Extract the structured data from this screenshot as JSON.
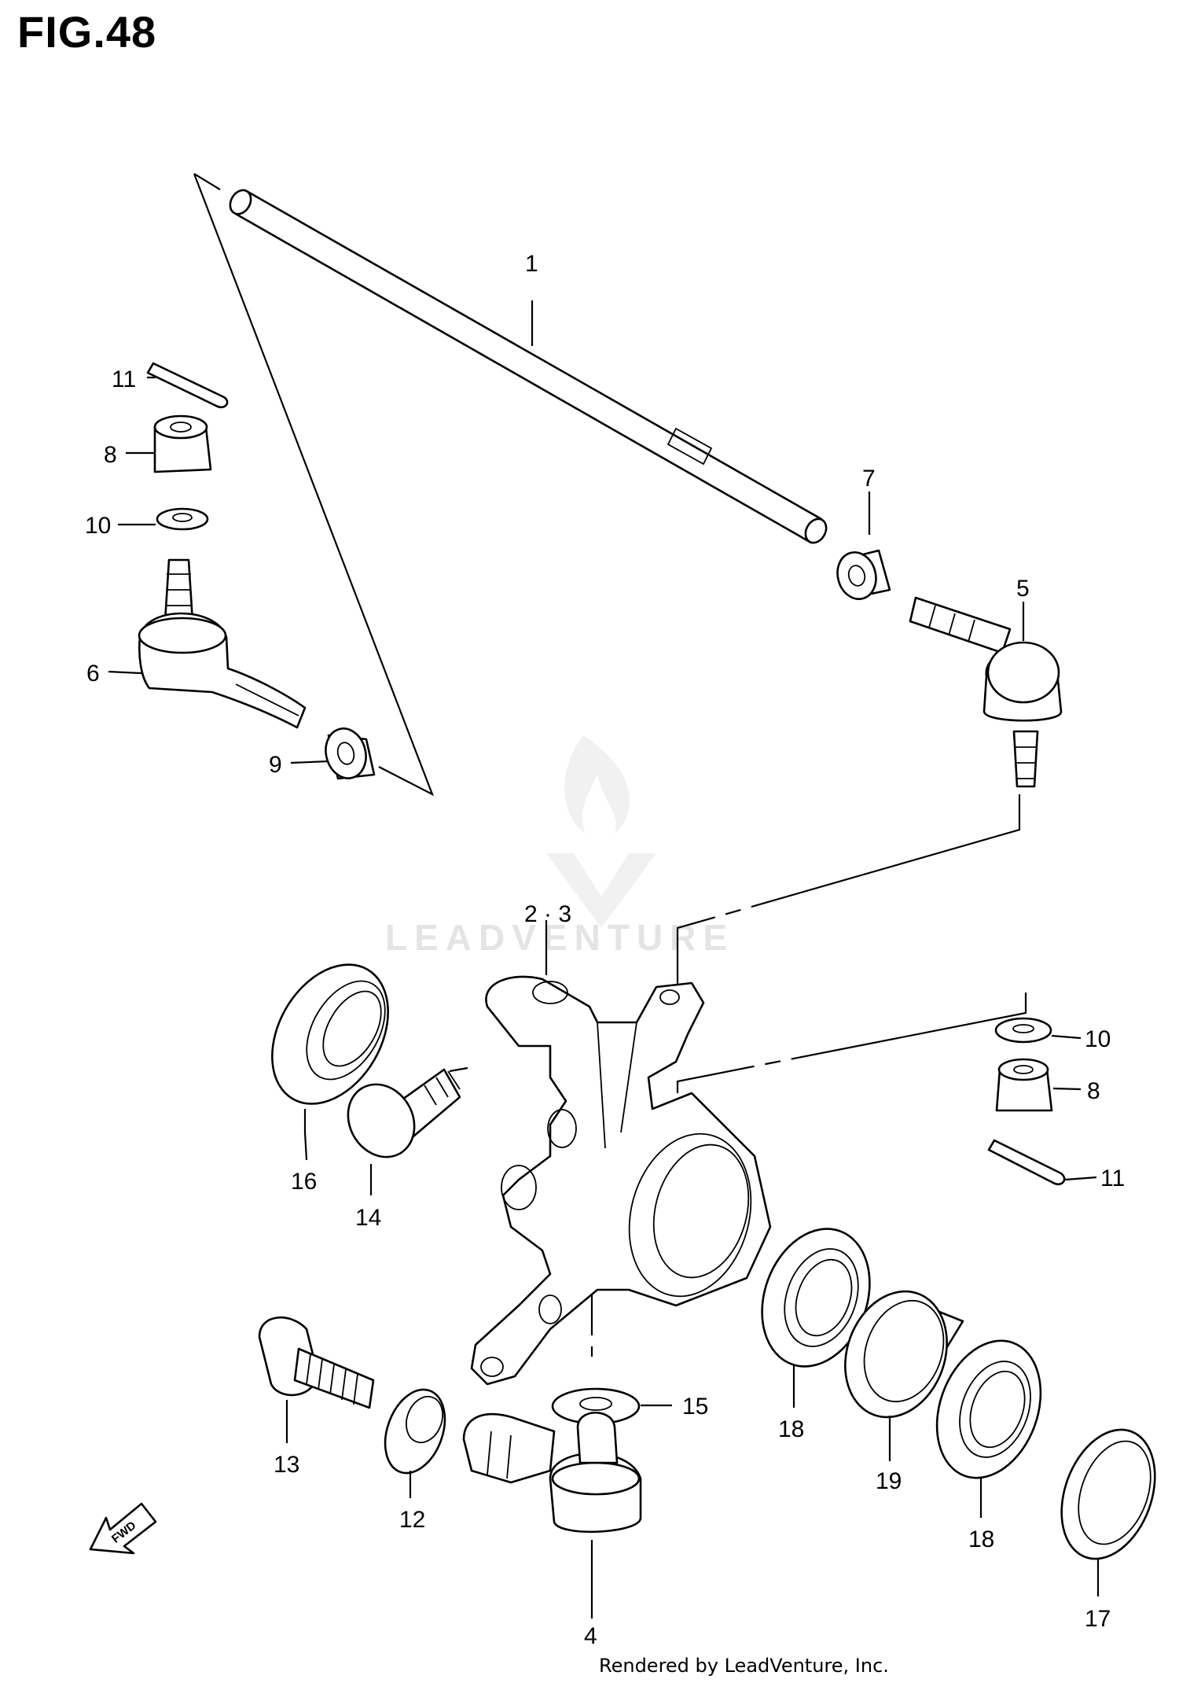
{
  "figure": {
    "title": "FIG.48",
    "footer": "Rendered by LeadVenture, Inc.",
    "watermark": "LEADVENTURE",
    "fwd_label": "FWD"
  },
  "callouts": [
    {
      "id": "c1",
      "text": "1"
    },
    {
      "id": "c2",
      "text": "2 · 3"
    },
    {
      "id": "c4",
      "text": "4"
    },
    {
      "id": "c5",
      "text": "5"
    },
    {
      "id": "c6",
      "text": "6"
    },
    {
      "id": "c7",
      "text": "7"
    },
    {
      "id": "c8a",
      "text": "8"
    },
    {
      "id": "c8b",
      "text": "8"
    },
    {
      "id": "c9",
      "text": "9"
    },
    {
      "id": "c10a",
      "text": "10"
    },
    {
      "id": "c10b",
      "text": "10"
    },
    {
      "id": "c11a",
      "text": "11"
    },
    {
      "id": "c11b",
      "text": "11"
    },
    {
      "id": "c12",
      "text": "12"
    },
    {
      "id": "c13",
      "text": "13"
    },
    {
      "id": "c14",
      "text": "14"
    },
    {
      "id": "c15",
      "text": "15"
    },
    {
      "id": "c16",
      "text": "16"
    },
    {
      "id": "c17",
      "text": "17"
    },
    {
      "id": "c18a",
      "text": "18"
    },
    {
      "id": "c18b",
      "text": "18"
    },
    {
      "id": "c19",
      "text": "19"
    }
  ],
  "colors": {
    "ink": "#000000",
    "paper": "#ffffff",
    "watermark": "#e4e4e4"
  }
}
